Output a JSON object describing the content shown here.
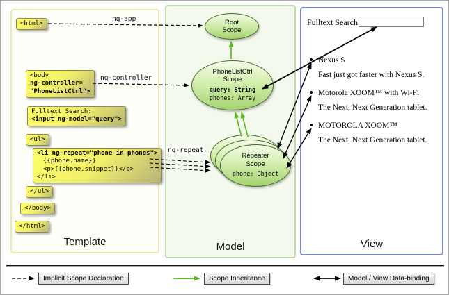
{
  "panels": {
    "template": {
      "label": "Template"
    },
    "model": {
      "label": "Model"
    },
    "view": {
      "label": "View"
    }
  },
  "template_code": {
    "html_open": "<html>",
    "body_open": {
      "l1": "<body",
      "l2": "ng-controller=",
      "l3": "\"PhoneListCtrl\">"
    },
    "fulltext": {
      "l1": "Fulltext Search:",
      "l2": "<input ng-model=\"query\">"
    },
    "ul_open": "<ul>",
    "li": {
      "l1": "<li ng-repeat=\"phone in phones\">",
      "l2": "{{phone.name}}",
      "l3": "<p>{{phone.snippet}}</p>",
      "l4": "</li>"
    },
    "ul_close": "</ul>",
    "body_close": "</body>",
    "html_close": "</html>"
  },
  "arrow_labels": {
    "ng_app": "ng-app",
    "ng_controller": "ng-controller",
    "ng_repeat": "ng-repeat"
  },
  "scopes": {
    "root": {
      "l1": "Root",
      "l2": "Scope"
    },
    "phonelist": {
      "l1": "PhoneListCtrl",
      "l2": "Scope",
      "prop1": "query: String",
      "prop2": "phones: Array"
    },
    "repeater": {
      "l1": "Repeater",
      "l2": "Scope",
      "prop1": "phone: Object"
    }
  },
  "view": {
    "search_label": "Fulltext Search:",
    "search_value": "",
    "items": [
      {
        "name": "Nexus S",
        "snippet": "Fast just got faster with Nexus S."
      },
      {
        "name": "Motorola XOOM™ with Wi-Fi",
        "snippet": "The Next, Next Generation tablet."
      },
      {
        "name": "MOTOROLA XOOM™",
        "snippet": "The Next, Next Generation tablet."
      }
    ]
  },
  "legend": {
    "implicit": "Implicit Scope Declaration",
    "inheritance": "Scope Inheritance",
    "binding": "Model / View Data-binding"
  },
  "colors": {
    "scope_inheritance_green": "#5ab51e",
    "code_note_yellow": "#ffff66",
    "scope_fill_green": "#b9e08d",
    "template_panel_border": "#ecebaf",
    "model_panel_border": "#bfdcae",
    "view_panel_border": "#7f8ac2"
  }
}
